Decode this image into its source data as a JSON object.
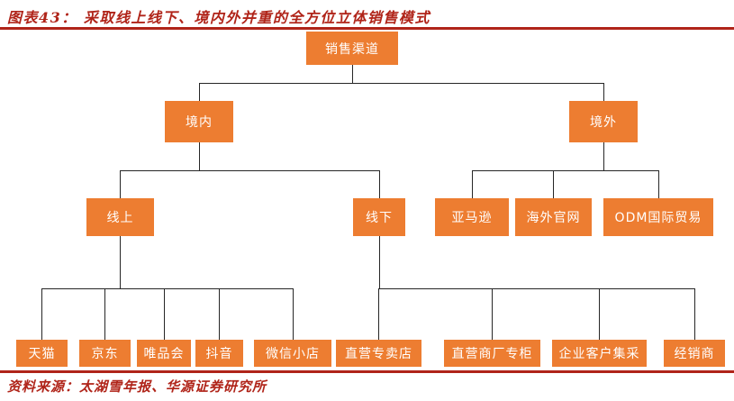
{
  "header": {
    "title": "图表43： 采取线上线下、境内外并重的全方位立体销售模式"
  },
  "footer": {
    "source": "资料来源：太湖雪年报、华源证券研究所"
  },
  "colors": {
    "accent_red": "#b02419",
    "box_fill": "#ed7d31",
    "box_text": "#ffffff",
    "connector": "#262626",
    "background": "#ffffff"
  },
  "tree": {
    "label": "销售渠道",
    "children": [
      {
        "label": "境内",
        "children": [
          {
            "label": "线上",
            "children": [
              {
                "label": "天猫"
              },
              {
                "label": "京东"
              },
              {
                "label": "唯品会"
              },
              {
                "label": "抖音"
              },
              {
                "label": "微信小店"
              }
            ]
          },
          {
            "label": "线下",
            "children": [
              {
                "label": "直营专卖店"
              },
              {
                "label": "直营商厂专柜"
              },
              {
                "label": "企业客户集采"
              },
              {
                "label": "经销商"
              }
            ]
          }
        ]
      },
      {
        "label": "境外",
        "children": [
          {
            "label": "亚马逊"
          },
          {
            "label": "海外官网"
          },
          {
            "label": "ODM国际贸易"
          }
        ]
      }
    ]
  }
}
